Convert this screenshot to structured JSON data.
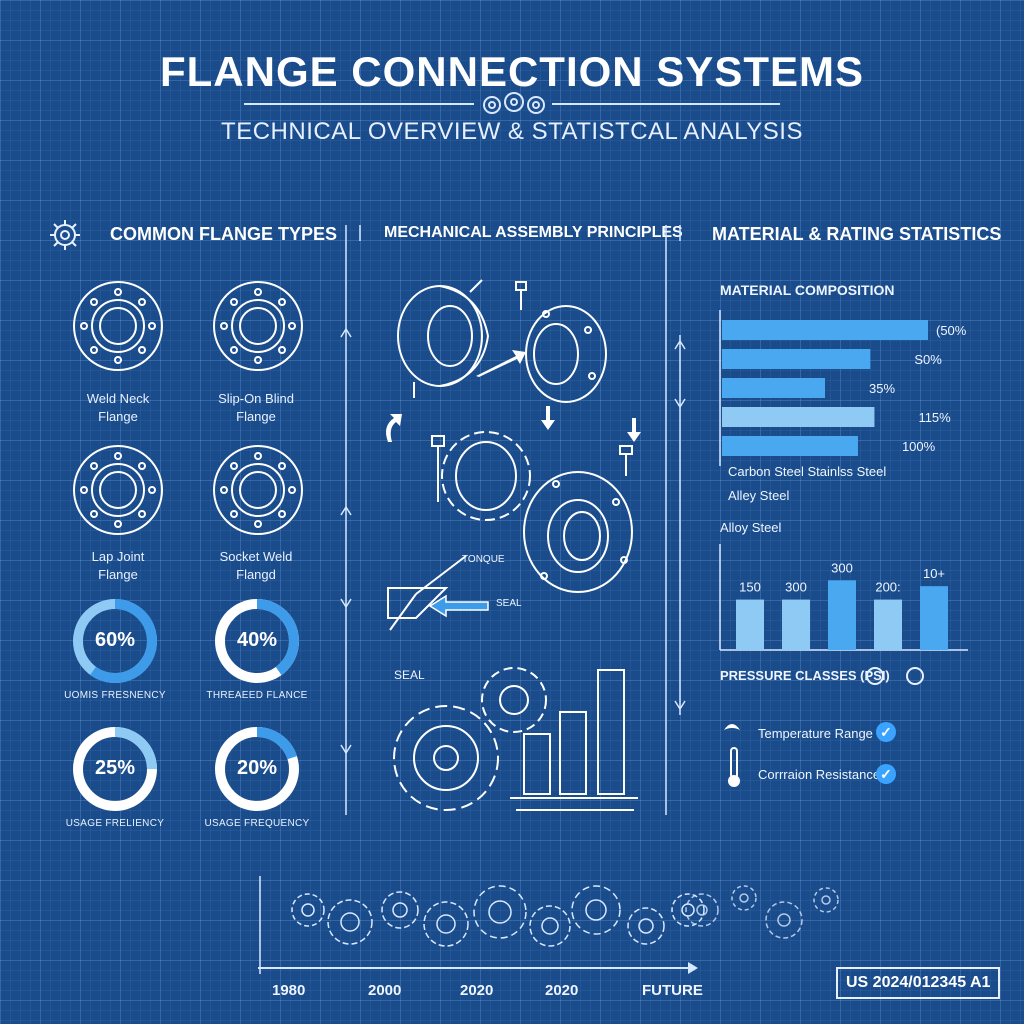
{
  "header": {
    "title": "FLANGE CONNECTION SYSTEMS",
    "subtitle": "TECHNICAL OVERVIEW & STATISTCAL ANALYSIS"
  },
  "flange_types": {
    "heading": "COMMON FLANGE TYPES",
    "items": [
      {
        "line1": "Weld Neck",
        "line2": "Flange"
      },
      {
        "line1": "Slip-On Blind",
        "line2": "Flange"
      },
      {
        "line1": "Lap Joint",
        "line2": "Flange"
      },
      {
        "line1": "Socket Weld",
        "line2": "Flangd"
      }
    ],
    "usage": [
      {
        "pct_label": "60%",
        "value": 60,
        "label": "UOMIS FRESNENCY"
      },
      {
        "pct_label": "40%",
        "value": 40,
        "label": "THREAEED FLANCE"
      },
      {
        "pct_label": "25%",
        "value": 25,
        "label": "USAGE FRELIENCY"
      },
      {
        "pct_label": "20%",
        "value": 20,
        "label": "USAGE FREQUENCY"
      }
    ]
  },
  "assembly": {
    "heading": "MECHANICAL ASSEMBLY PRINCIPLES",
    "labels": {
      "torque": "TONQUE",
      "seal_arrow": "SEAL",
      "seal": "SEAL"
    }
  },
  "stats": {
    "heading": "MATERIAL & RATING STATISTICS",
    "material": {
      "heading": "MATERIAL COMPOSITION",
      "bars": [
        {
          "label": "(50%",
          "value": 1.0
        },
        {
          "label": "S0%",
          "value": 0.72
        },
        {
          "label": "35%",
          "value": 0.5
        },
        {
          "label": "115%",
          "value": 0.74
        },
        {
          "label": "100%",
          "value": 0.66
        }
      ],
      "legend1": "Carbon Steel Stainlss Steel",
      "legend2": "Alley Steel"
    },
    "pressure": {
      "heading": "Alloy Steel",
      "bars": [
        {
          "label": "150",
          "value": 0.6
        },
        {
          "label": "300",
          "value": 0.6
        },
        {
          "label": "300",
          "value": 0.83
        },
        {
          "label": "200:",
          "value": 0.6
        },
        {
          "label": "10+",
          "value": 0.76
        }
      ],
      "caption": "PRESSURE CLASSES (PSI)"
    },
    "features": [
      {
        "label": "Temperature Range"
      },
      {
        "label": "Corrraion Resistance"
      }
    ]
  },
  "timeline": {
    "labels": [
      "1980",
      "2000",
      "2020",
      "2020",
      "FUTURE"
    ]
  },
  "stamp": "US 2024/012345 A1",
  "colors": {
    "background": "#1a4c8c",
    "bar_bright": "#4aa8f0",
    "bar_light": "#8fcaf5",
    "ring": "#ffffff",
    "ring_fill": "#3d9be9"
  }
}
